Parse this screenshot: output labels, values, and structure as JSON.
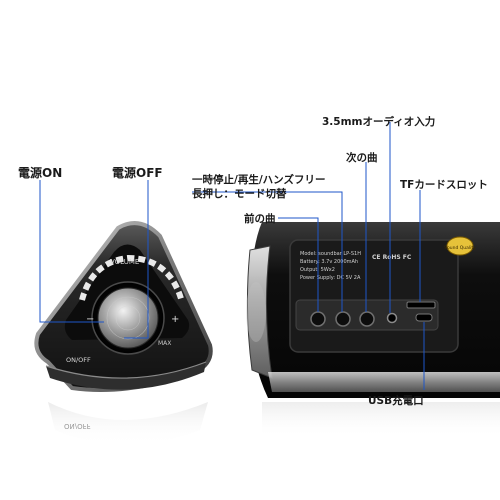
{
  "labels": {
    "power_on": "電源ON",
    "power_off": "電源OFF",
    "audio_in": "3.5mmオーディオ入力",
    "next_track": "次の曲",
    "pause_play": "一時停止/再生/ハンズフリー",
    "long_press": "長押し：モード切替",
    "tf_slot": "TFカードスロット",
    "prev_track": "前の曲",
    "usb_charge": "USB充電口"
  },
  "device": {
    "volume_text": "VOLUME",
    "on_off_text": "ON/OFF",
    "max_text": "MAX",
    "reflection_text": "ON/OFF",
    "rear_label_lines": [
      "Model: soundbar LP-S1H",
      "Battery: 3.7v 2000mAh",
      "Output: 5Wx2",
      "Power Supply: DC 5V 2A"
    ],
    "cert_marks": "CE RoHS FC",
    "sticker_text": "Sound Quality"
  },
  "colors": {
    "label_text": "#1a1a1a",
    "pointer_line": "#1e56c8",
    "device_body": "#1c1c1c",
    "metal": "#a9a9a9"
  }
}
